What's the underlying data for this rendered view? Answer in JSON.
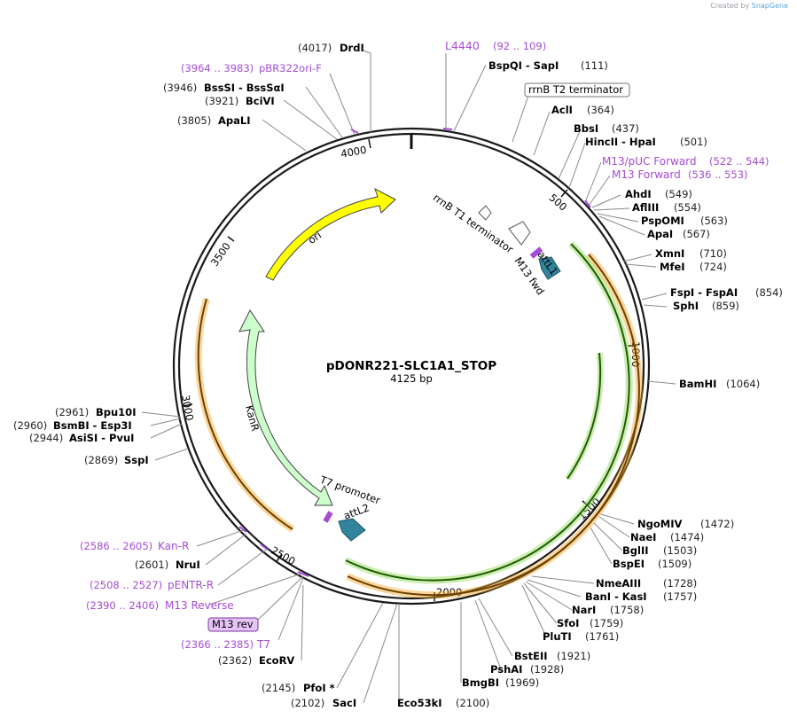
{
  "credit": {
    "prefix": "Created by",
    "brand": "SnapGene"
  },
  "plasmid": {
    "name": "pDONR221-SLC1A1_STOP",
    "length_label": "4125 bp",
    "length": 4125
  },
  "ticks": [
    "500",
    "1000",
    "1500",
    "2000",
    "2500",
    "3000",
    "3500",
    "4000"
  ],
  "labels": [
    {
      "pos": "(4017)",
      "name": "DrdI",
      "kind": "enzyme"
    },
    {
      "pos": "(3964 .. 3983)",
      "name": "pBR322ori-F",
      "kind": "primer"
    },
    {
      "pos": "(3946)",
      "name": "BssSI - BssSαI",
      "kind": "enzyme"
    },
    {
      "pos": "(3921)",
      "name": "BciVI",
      "kind": "enzyme"
    },
    {
      "pos": "(3805)",
      "name": "ApaLI",
      "kind": "enzyme"
    },
    {
      "pos": "(92 .. 109)",
      "name": "L4440",
      "kind": "primer"
    },
    {
      "pos": "(111)",
      "name": "BspQI - SapI",
      "kind": "enzyme"
    },
    {
      "pos": "",
      "name": "rrnB T2 terminator",
      "kind": "boxed"
    },
    {
      "pos": "(364)",
      "name": "AclI",
      "kind": "enzyme"
    },
    {
      "pos": "(437)",
      "name": "BbsI",
      "kind": "enzyme"
    },
    {
      "pos": "(501)",
      "name": "HincII - HpaI",
      "kind": "enzyme"
    },
    {
      "pos": "(522 .. 544)",
      "name": "M13/pUC Forward",
      "kind": "primer"
    },
    {
      "pos": "(536 .. 553)",
      "name": "M13 Forward",
      "kind": "primer"
    },
    {
      "pos": "(549)",
      "name": "AhdI",
      "kind": "enzyme"
    },
    {
      "pos": "(554)",
      "name": "AflIII",
      "kind": "enzyme"
    },
    {
      "pos": "(563)",
      "name": "PspOMI",
      "kind": "enzyme"
    },
    {
      "pos": "(567)",
      "name": "ApaI",
      "kind": "enzyme"
    },
    {
      "pos": "(710)",
      "name": "XmnI",
      "kind": "enzyme"
    },
    {
      "pos": "(724)",
      "name": "MfeI",
      "kind": "enzyme"
    },
    {
      "pos": "(854)",
      "name": "FspI - FspAI",
      "kind": "enzyme"
    },
    {
      "pos": "(859)",
      "name": "SphI",
      "kind": "enzyme"
    },
    {
      "pos": "(1064)",
      "name": "BamHI",
      "kind": "enzyme"
    },
    {
      "pos": "(1472)",
      "name": "NgoMIV",
      "kind": "enzyme"
    },
    {
      "pos": "(1474)",
      "name": "NaeI",
      "kind": "enzyme"
    },
    {
      "pos": "(1503)",
      "name": "BglII",
      "kind": "enzyme"
    },
    {
      "pos": "(1509)",
      "name": "BspEI",
      "kind": "enzyme"
    },
    {
      "pos": "(1728)",
      "name": "NmeAIII",
      "kind": "enzyme"
    },
    {
      "pos": "(1757)",
      "name": "BanI - KasI",
      "kind": "enzyme"
    },
    {
      "pos": "(1758)",
      "name": "NarI",
      "kind": "enzyme"
    },
    {
      "pos": "(1759)",
      "name": "SfoI",
      "kind": "enzyme"
    },
    {
      "pos": "(1761)",
      "name": "PluTI",
      "kind": "enzyme"
    },
    {
      "pos": "(1921)",
      "name": "BstEII",
      "kind": "enzyme"
    },
    {
      "pos": "(1928)",
      "name": "PshAI",
      "kind": "enzyme"
    },
    {
      "pos": "(1969)",
      "name": "BmgBI",
      "kind": "enzyme"
    },
    {
      "pos": "(2100)",
      "name": "Eco53kI",
      "kind": "enzyme"
    },
    {
      "pos": "(2102)",
      "name": "SacI",
      "kind": "enzyme"
    },
    {
      "pos": "(2145)",
      "name": "PfoI *",
      "kind": "enzyme"
    },
    {
      "pos": "(2362)",
      "name": "EcoRV",
      "kind": "enzyme"
    },
    {
      "pos": "(2366 .. 2385)",
      "name": "T7",
      "kind": "primer"
    },
    {
      "pos": "",
      "name": "M13 rev",
      "kind": "boxed-primer"
    },
    {
      "pos": "(2390 .. 2406)",
      "name": "M13 Reverse",
      "kind": "primer"
    },
    {
      "pos": "(2508 .. 2527)",
      "name": "pENTR-R",
      "kind": "primer"
    },
    {
      "pos": "(2601)",
      "name": "NruI",
      "kind": "enzyme"
    },
    {
      "pos": "(2586 .. 2605)",
      "name": "Kan-R",
      "kind": "primer"
    },
    {
      "pos": "(2869)",
      "name": "SspI",
      "kind": "enzyme"
    },
    {
      "pos": "(2944)",
      "name": "AsiSI - PvuI",
      "kind": "enzyme"
    },
    {
      "pos": "(2960)",
      "name": "BsmBI - Esp3I",
      "kind": "enzyme"
    },
    {
      "pos": "(2961)",
      "name": "Bpu10I",
      "kind": "enzyme"
    }
  ],
  "features": {
    "ori": "ori",
    "kanr": "KanR",
    "rrnb_t1": "rrnB T1 terminator",
    "attl1": "attL1",
    "m13fwd": "M13 fwd",
    "t7promoter": "T7 promoter",
    "attl2": "attL2"
  },
  "colors": {
    "ori": "#ffff00",
    "kanr": "#ccffcc",
    "att": "#31849b",
    "primer": "#a54bd6",
    "insert_green": "#339900",
    "insert_orange": "#f5a623"
  }
}
